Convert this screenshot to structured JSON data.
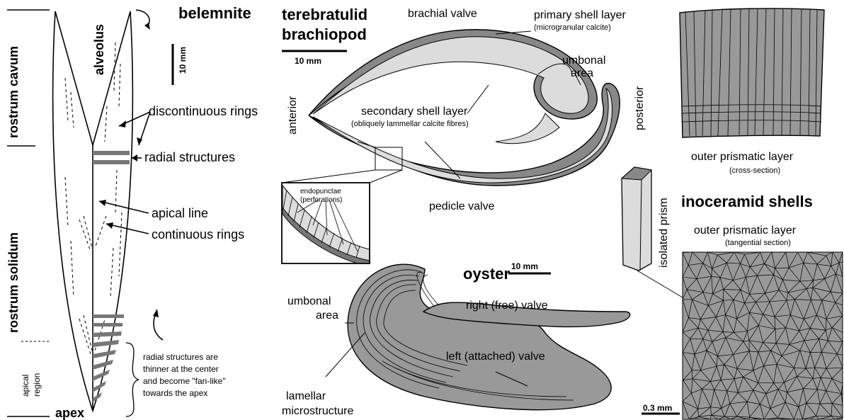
{
  "belemnite": {
    "title": "belemnite",
    "scale": "10 mm",
    "rostrum_cavum": "rostrum cavum",
    "rostrum_solidum": "rostrum solidum",
    "apical_region": "apical\nregion",
    "alveolus": "alveolus",
    "apex": "apex",
    "discontinuous_rings": "discontinuous rings",
    "radial_structures": "radial structures",
    "apical_line": "apical line",
    "continuous_rings": "continuous rings",
    "note_lines": [
      "radial structures are",
      "thinner at the center",
      "and become \"fan-like\"",
      "towards the apex"
    ]
  },
  "brachiopod": {
    "title_1": "terebratulid",
    "title_2": "brachiopod",
    "scale": "10 mm",
    "brachial_valve": "brachial valve",
    "primary_layer": "primary shell layer",
    "primary_layer_sub": "(microgranular calcite)",
    "umbonal_area": [
      "umbonal",
      "area"
    ],
    "anterior": "anterior",
    "posterior": "posterior",
    "secondary_layer": "secondary shell layer",
    "secondary_layer_sub": "(obliquely lammellar calcite fibres)",
    "pedicle_valve": "pedicle valve",
    "endopunctae": "endopunctae",
    "perforations": "(perforations)"
  },
  "oyster": {
    "title": "oyster",
    "scale": "10 mm",
    "umbonal_area": [
      "umbonal",
      "area"
    ],
    "right_valve": "right (free) valve",
    "left_valve": "left (attached) valve",
    "lamellar": [
      "lamellar",
      "microstructure"
    ]
  },
  "inoceramid": {
    "outer_prismatic_cs": "outer prismatic layer",
    "cross_section": "(cross-section)",
    "isolated_prism": "isolated prism",
    "title": "inoceramid shells",
    "outer_prismatic_tan": "outer prismatic layer",
    "tangential": "(tangential section)",
    "scale": "0.3 mm"
  },
  "colors": {
    "dark_gray": "#777777",
    "mid_gray": "#999999",
    "light_gray": "#dcdcdc",
    "line": "#000000"
  }
}
